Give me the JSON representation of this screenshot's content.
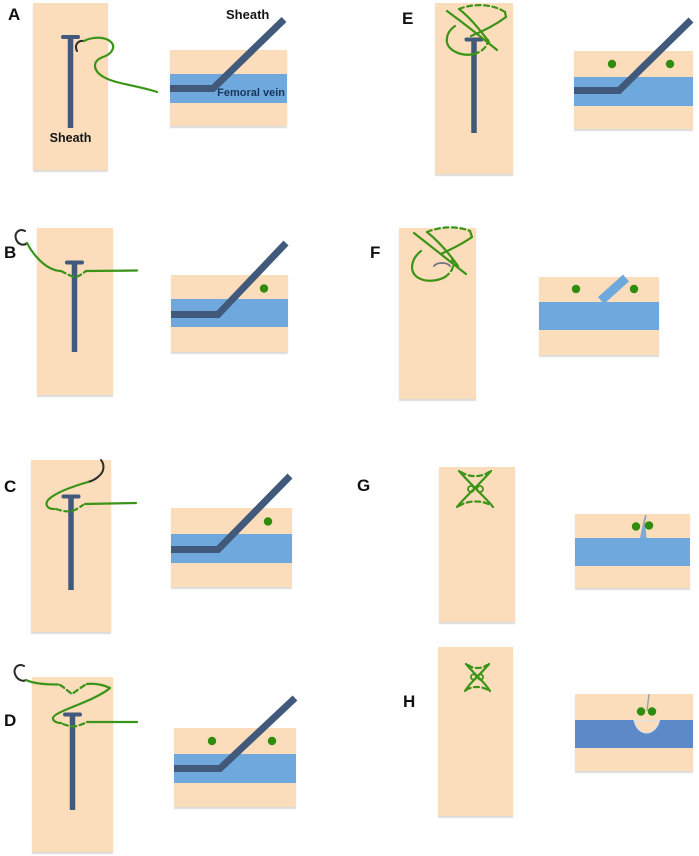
{
  "colors": {
    "skin": "#fbdcbb",
    "vein": "#6fa8dc",
    "vein_dark": "#5d89c8",
    "sheath": "#41597a",
    "suture": "#3a9417",
    "dot": "#2e8c0f",
    "needle": "#2b2b2b",
    "vein_label": "#17365d"
  },
  "panels": [
    {
      "letter": "A",
      "labels": {
        "skin_sheath": "Sheath",
        "cross_sheath": "Sheath",
        "vein": "Femoral vein"
      },
      "cross_section": {
        "dot_count": 0,
        "sheath_in_place": true
      }
    },
    {
      "letter": "B",
      "cross_section": {
        "dot_count": 1,
        "sheath_in_place": true
      }
    },
    {
      "letter": "C",
      "cross_section": {
        "dot_count": 1,
        "sheath_in_place": true
      }
    },
    {
      "letter": "D",
      "cross_section": {
        "dot_count": 2,
        "sheath_in_place": true
      }
    },
    {
      "letter": "E",
      "cross_section": {
        "dot_count": 2,
        "sheath_in_place": true
      }
    },
    {
      "letter": "F",
      "cross_section": {
        "dot_count": 2,
        "sheath_in_place": false
      }
    },
    {
      "letter": "G",
      "cross_section": {
        "dot_count": 2,
        "sheath_in_place": false
      }
    },
    {
      "letter": "H",
      "cross_section": {
        "dot_count": 2,
        "sheath_in_place": false
      }
    }
  ]
}
